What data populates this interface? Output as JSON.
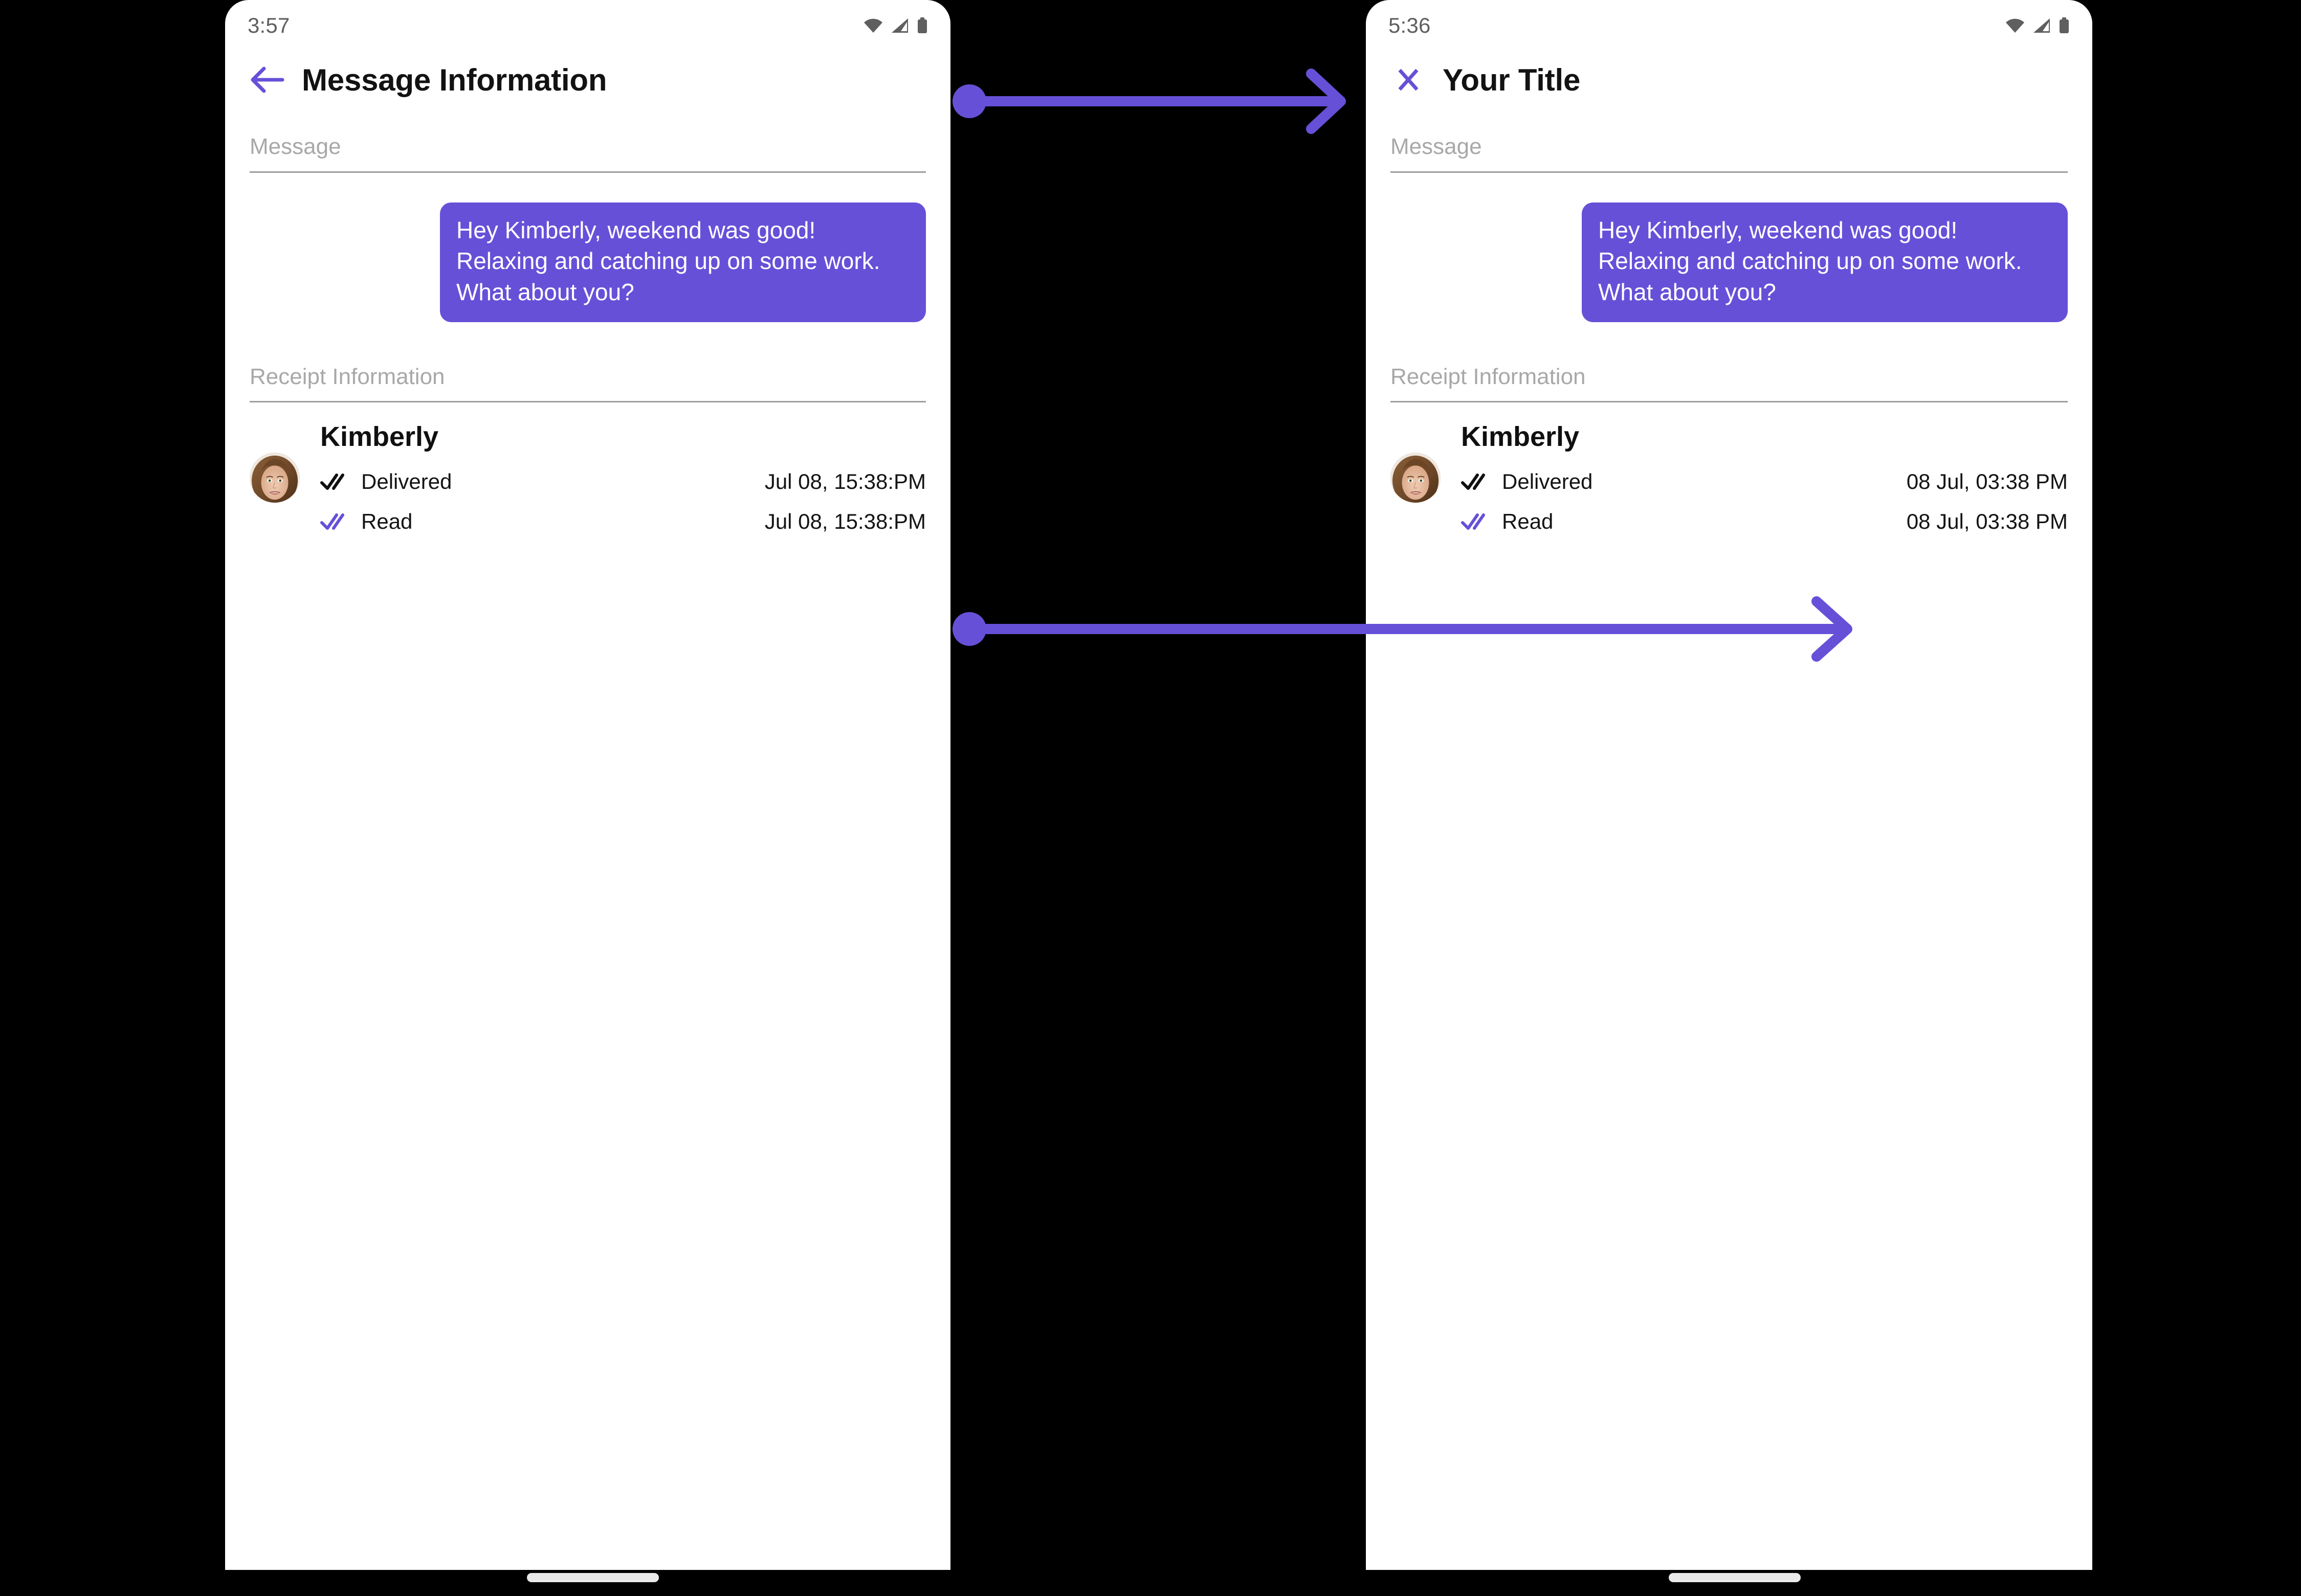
{
  "colors": {
    "accent_purple": "#6750D8",
    "bubble_purple": "#6750D8",
    "section_label_grey": "#a8a8a8",
    "divider_grey": "#9e9e9e",
    "status_grey": "#5f5f5f",
    "background": "#000000",
    "screen": "#ffffff"
  },
  "screens": [
    {
      "id": "left",
      "status_bar": {
        "time": "3:57",
        "icons": [
          "wifi-icon",
          "cellular-signal-icon",
          "battery-icon"
        ]
      },
      "app_bar": {
        "nav_icon": "back-arrow-icon",
        "title": "Message Information"
      },
      "message_section": {
        "label": "Message",
        "bubble_text": "Hey Kimberly, weekend was good!  Relaxing and catching up on some work.  What about you?"
      },
      "receipt_section": {
        "label": "Receipt Information",
        "contact_name": "Kimberly",
        "avatar": "contact-avatar-photo",
        "rows": [
          {
            "icon": "double-check-delivered-icon",
            "status": "Delivered",
            "time": "Jul 08, 15:38:PM"
          },
          {
            "icon": "double-check-read-icon",
            "status": "Read",
            "time": "Jul 08, 15:38:PM"
          }
        ]
      }
    },
    {
      "id": "right",
      "status_bar": {
        "time": "5:36",
        "icons": [
          "wifi-icon",
          "cellular-signal-icon",
          "battery-icon"
        ]
      },
      "app_bar": {
        "nav_icon": "close-x-icon",
        "title": "Your Title"
      },
      "message_section": {
        "label": "Message",
        "bubble_text": "Hey Kimberly, weekend was good!  Relaxing and catching up on some work.  What about you?"
      },
      "receipt_section": {
        "label": "Receipt Information",
        "contact_name": "Kimberly",
        "avatar": "contact-avatar-photo",
        "rows": [
          {
            "icon": "double-check-delivered-icon",
            "status": "Delivered",
            "time": "08 Jul, 03:38 PM"
          },
          {
            "icon": "double-check-read-icon",
            "status": "Read",
            "time": "08 Jul, 03:38 PM"
          }
        ]
      }
    }
  ],
  "annotations": [
    {
      "name": "annotation-arrow-title",
      "from": "left-app-bar",
      "to": "right-app-bar",
      "color": "#6750D8"
    },
    {
      "name": "annotation-arrow-timestamp",
      "from": "left-receipt-rows",
      "to": "right-receipt-timestamps",
      "color": "#6750D8"
    }
  ]
}
